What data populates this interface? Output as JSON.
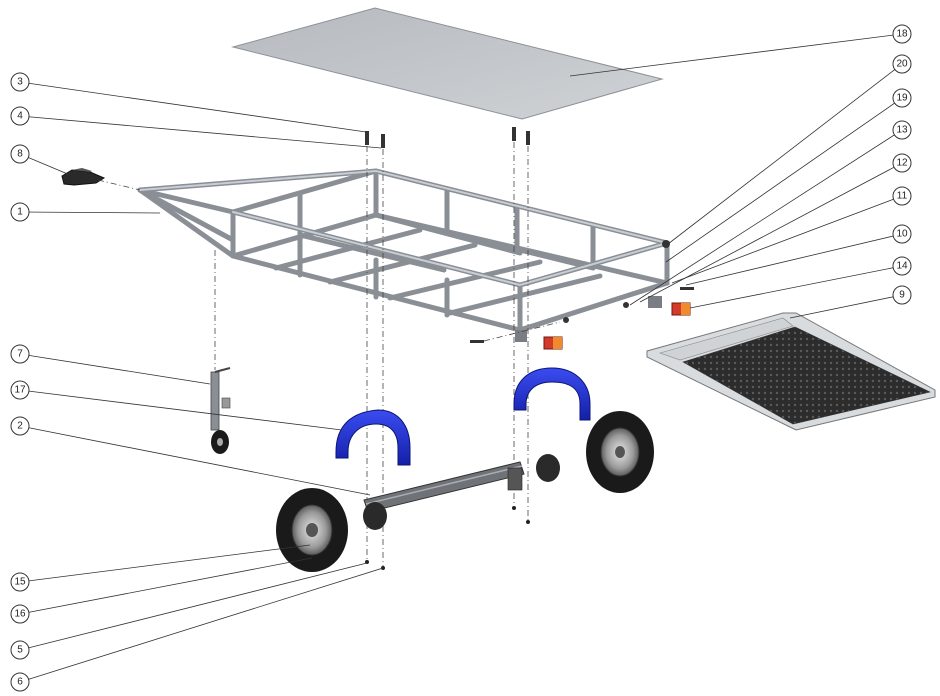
{
  "diagram": {
    "type": "exploded assembly drawing",
    "part_callouts": [
      {
        "label": "1",
        "part": "frame"
      },
      {
        "label": "2",
        "part": "axle"
      },
      {
        "label": "3",
        "part": "bolt"
      },
      {
        "label": "4",
        "part": "bolt"
      },
      {
        "label": "5",
        "part": "nut"
      },
      {
        "label": "6",
        "part": "nut"
      },
      {
        "label": "7",
        "part": "jockey-wheel"
      },
      {
        "label": "8",
        "part": "hitch-coupler"
      },
      {
        "label": "9",
        "part": "ramp-panel"
      },
      {
        "label": "10",
        "part": "bolt"
      },
      {
        "label": "11",
        "part": "nut"
      },
      {
        "label": "12",
        "part": "hinge-pin"
      },
      {
        "label": "13",
        "part": "hinge"
      },
      {
        "label": "14",
        "part": "tail-light"
      },
      {
        "label": "15",
        "part": "wheel"
      },
      {
        "label": "16",
        "part": "tyre"
      },
      {
        "label": "17",
        "part": "mudguard"
      },
      {
        "label": "18",
        "part": "floor-panel"
      },
      {
        "label": "19",
        "part": "bracket"
      },
      {
        "label": "20",
        "part": "bracket"
      }
    ],
    "colors": {
      "frame": "#8a8f96",
      "mudguard": "#1f2fd0",
      "floor": "#b8bcc0",
      "ramp_mesh": "#2a2a2a",
      "tyre": "#1a1a1a",
      "tail_light": "#d43a2a"
    }
  }
}
